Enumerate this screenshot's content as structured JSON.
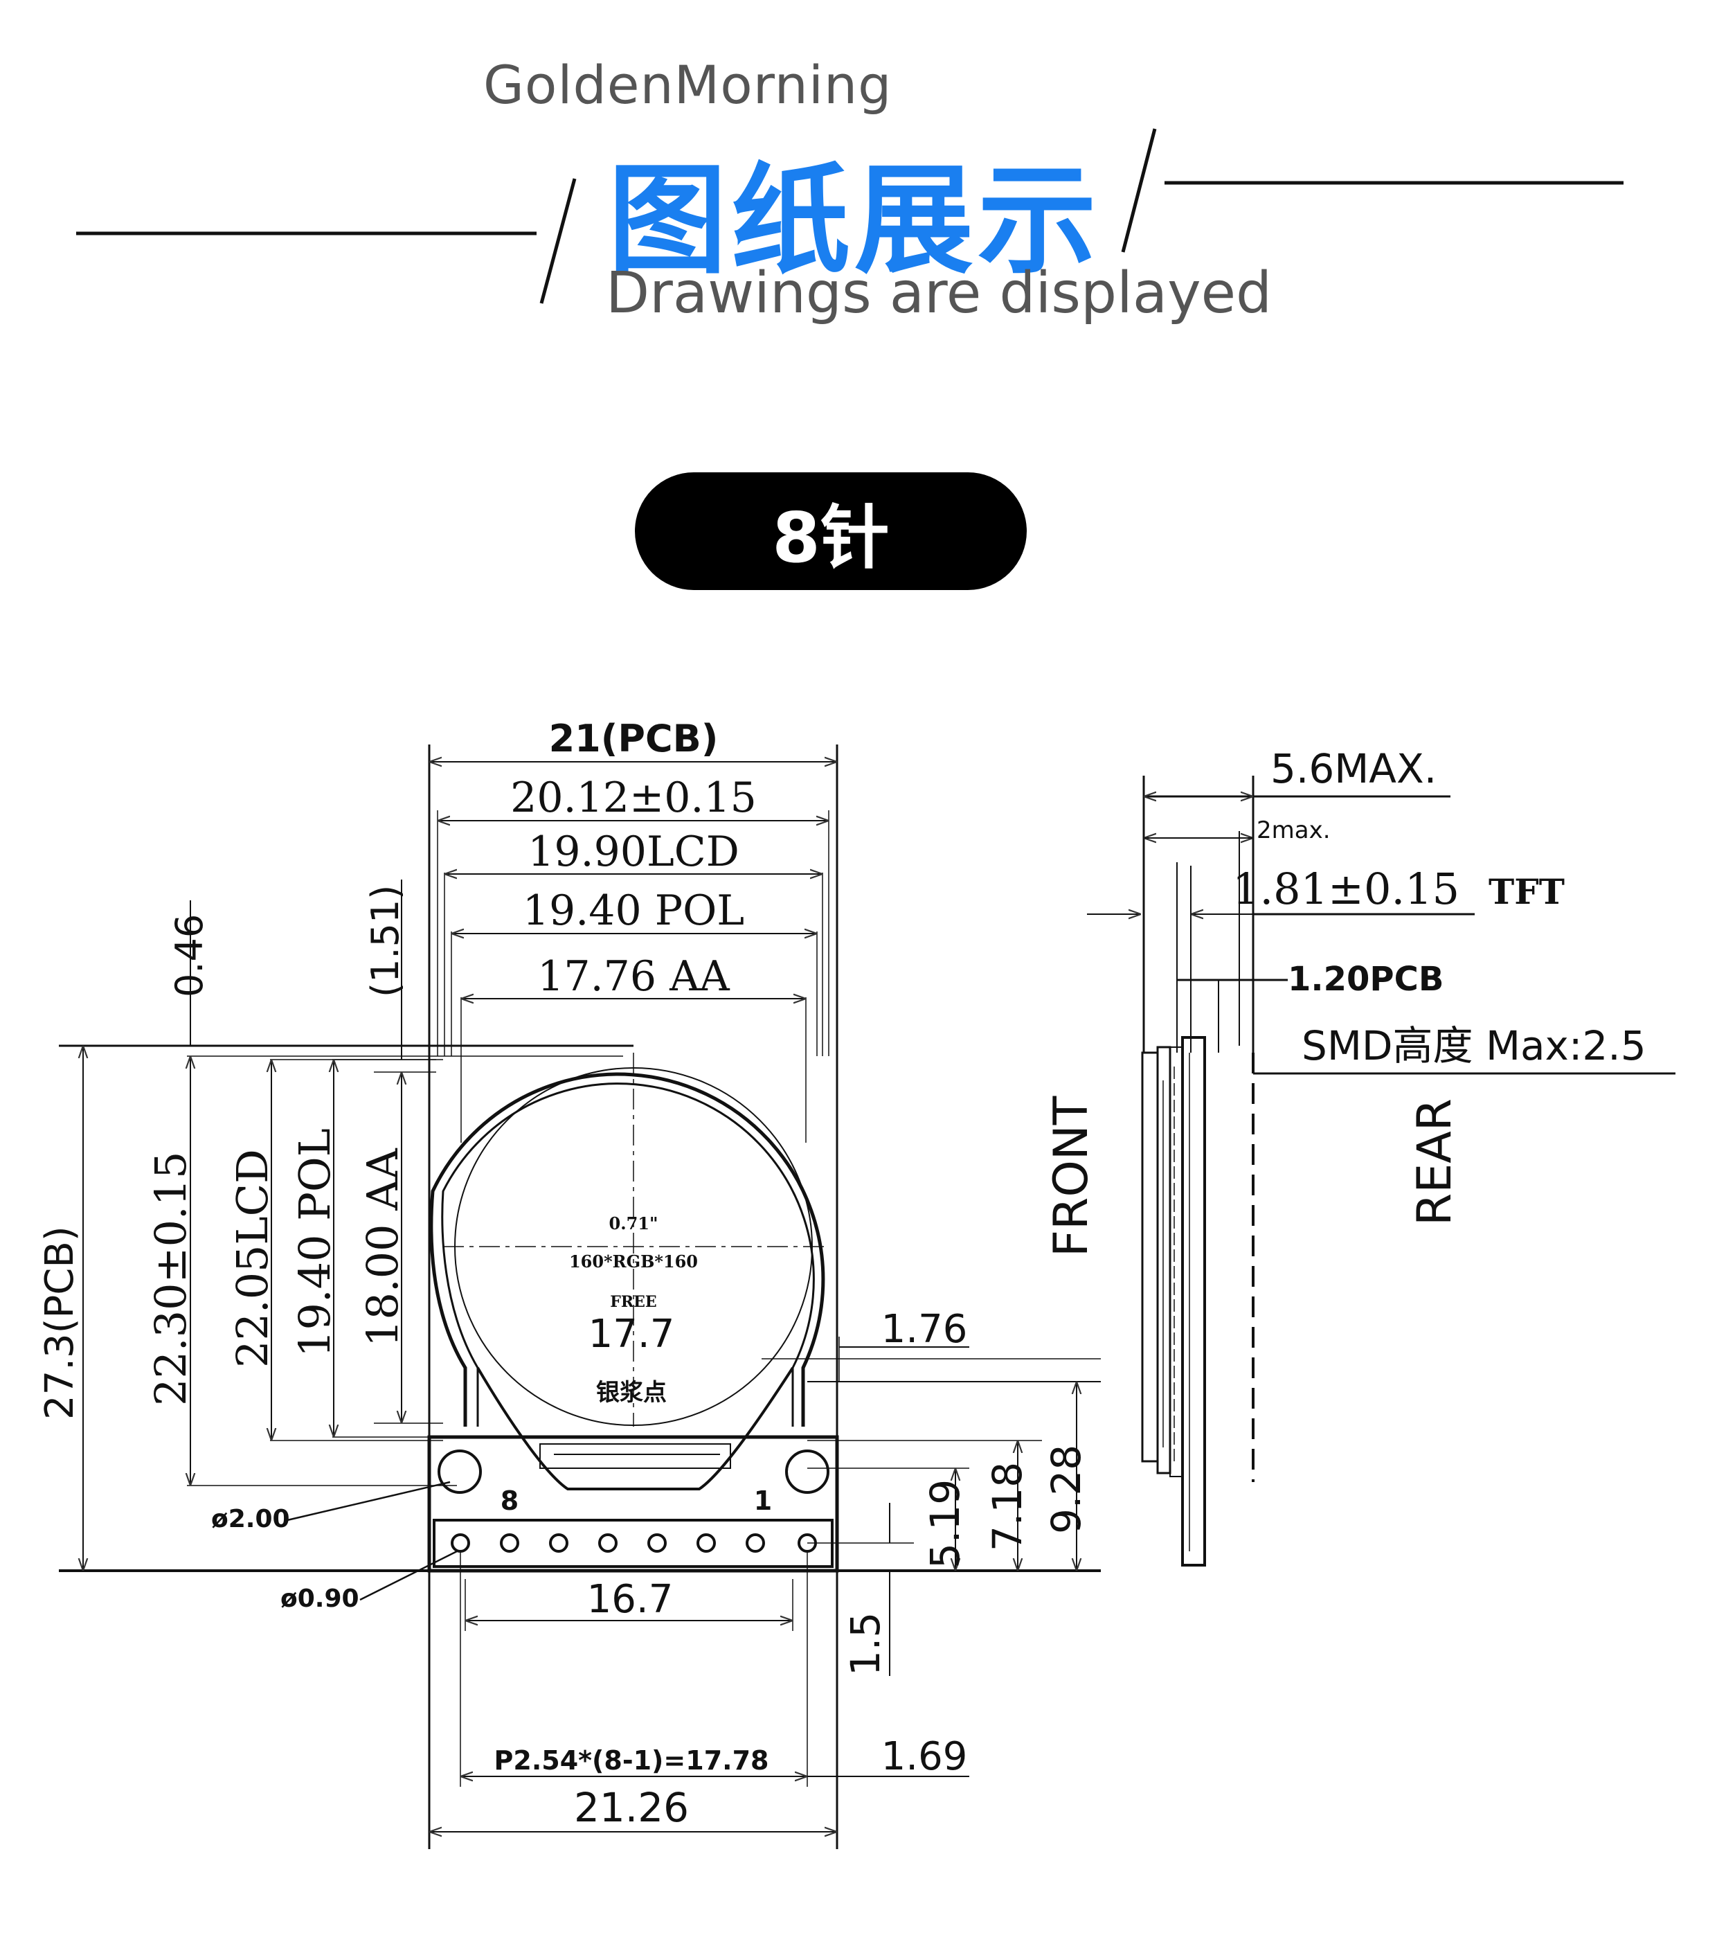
{
  "header": {
    "brand": "GoldenMorning",
    "title_cn": "图纸展示",
    "subtitle": "Drawings are displayed",
    "title_color": "#1a7ff0"
  },
  "badge": {
    "label": "8针"
  },
  "front_view": {
    "pcb_width": "21(PCB)",
    "outline_width": "20.12±0.15",
    "lcd_width": "19.90LCD",
    "pol_width": "19.40 POL",
    "aa_width": "17.76 AA",
    "top_offset": "0.46",
    "offset_1_51": "(1.51)",
    "pcb_height": "27.3(PCB)",
    "outline_height": "22.30±0.15",
    "lcd_height": "22.05LCD",
    "pol_height": "19.40 POL",
    "aa_height": "18.00 AA",
    "panel_size": "0.71\"",
    "resolution": "160*RGB*160",
    "free_label": "FREE",
    "dim_17_7": "17.7",
    "silver_point": "银浆点",
    "dim_1_76": "1.76",
    "pin_8": "8",
    "pin_1": "1",
    "hole_dia": "ø2.00",
    "pin_dia": "ø0.90",
    "dim_16_7": "16.7",
    "dim_5_19": "5.19",
    "dim_7_18": "7.18",
    "dim_9_28": "9.28",
    "dim_1_5": "1.5",
    "pitch": "P2.54*(8-1)=17.78",
    "dim_1_69": "1.69",
    "dim_21_26": "21.26",
    "front_label": "FRONT"
  },
  "side_view": {
    "max_thickness": "5.6MAX.",
    "two_max": "2max.",
    "tft_thickness": "1.81±0.15",
    "tft_label": "TFT",
    "pcb_thickness": "1.20PCB",
    "smd_height": "SMD高度  Max:2.5",
    "rear_label": "REAR"
  }
}
